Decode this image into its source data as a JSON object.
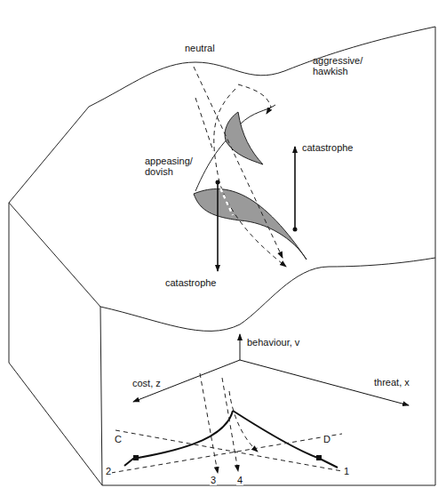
{
  "diagram": {
    "labels": [
      "neutral",
      "aggressive/ hawkish",
      "appeasing/ dovish",
      "catastrophe",
      "catastrophe",
      "behaviour, v",
      "cost, z",
      "threat, x",
      "C",
      "D",
      "2",
      "1",
      "3",
      "4"
    ]
  }
}
